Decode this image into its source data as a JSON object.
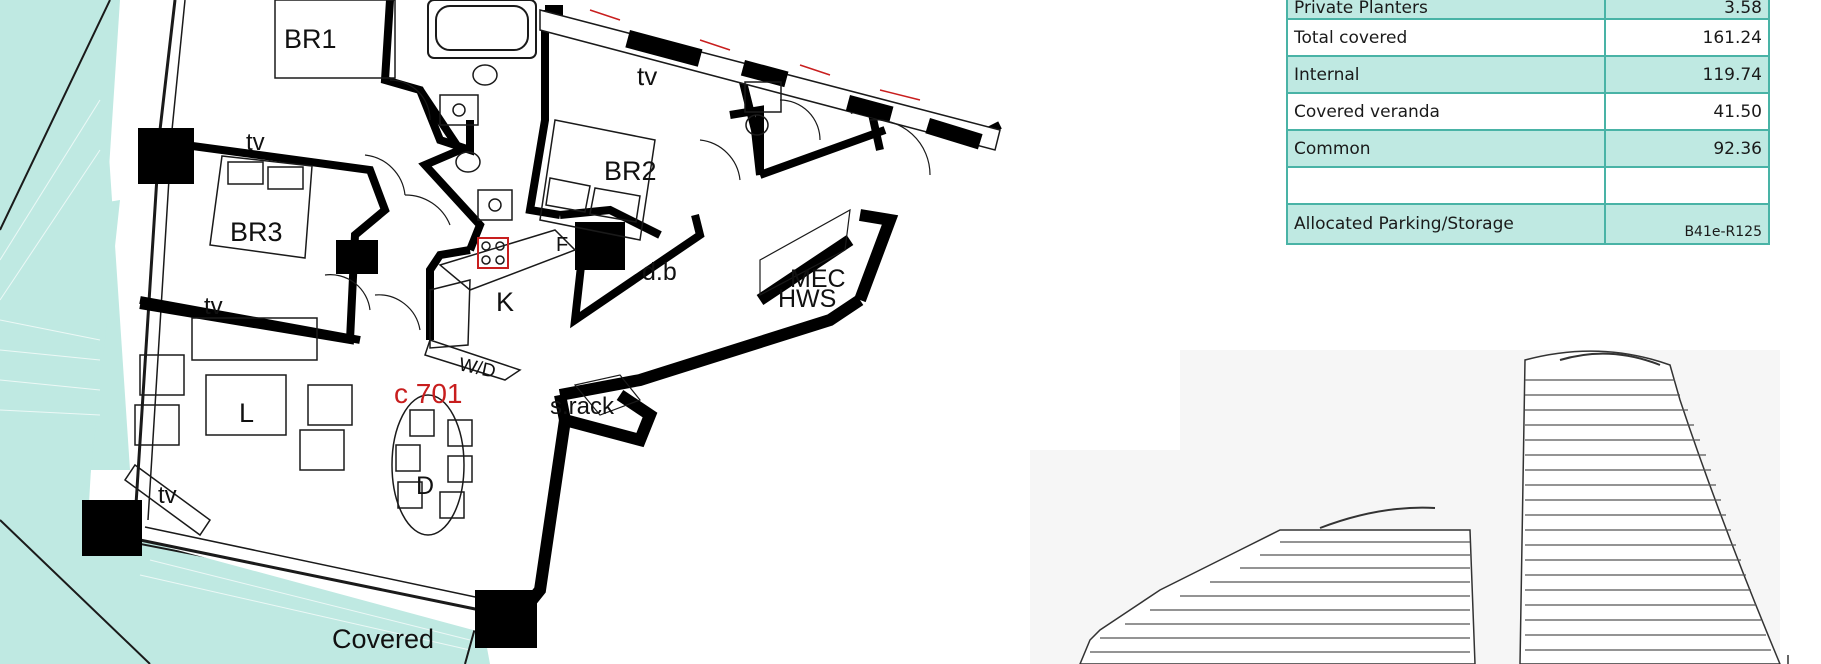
{
  "rooms": {
    "br1": "BR1",
    "br2": "BR2",
    "br3": "BR3",
    "kitchen": "K",
    "living": "L",
    "dining": "D",
    "tv1": "tv",
    "tv2": "tv",
    "tv3": "tv",
    "tv4": "tv",
    "fridge": "F",
    "distribution_board": "d.b",
    "mec": "MEC",
    "hws": "HWS",
    "washer_dryer": "W/D",
    "ski_rack": "s.rack",
    "covered": "Covered"
  },
  "apartment_code": "c 701",
  "areas": {
    "rows": [
      {
        "label": "Private Planters",
        "value": "3.58"
      },
      {
        "label": "Total covered",
        "value": "161.24"
      },
      {
        "label": "Internal",
        "value": "119.74"
      },
      {
        "label": "Covered veranda",
        "value": "41.50"
      },
      {
        "label": "Common",
        "value": "92.36"
      },
      {
        "label": "",
        "value": ""
      },
      {
        "label": "Allocated Parking/Storage",
        "value": "B41e-R125"
      }
    ]
  },
  "colors": {
    "teal_fill": "#bfe9e2",
    "teal_border": "#49b3a6",
    "wall": "#000000",
    "red_label": "#c81e1e"
  }
}
